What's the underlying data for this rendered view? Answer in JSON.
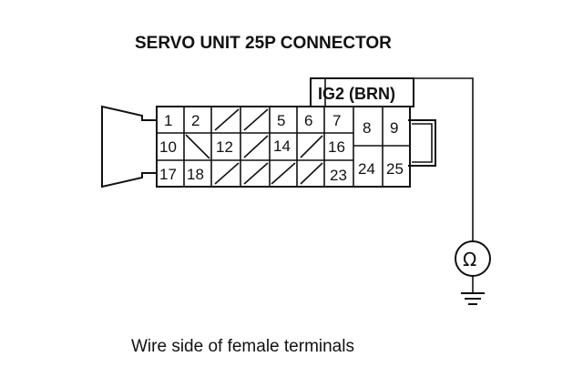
{
  "diagram": {
    "title": "SERVO UNIT 25P CONNECTOR",
    "wire_label": "IG2 (BRN)",
    "caption": "Wire side of female terminals",
    "meter_symbol": "Ω",
    "meter_icon": "ohmmeter-icon",
    "ground_icon": "ground-icon",
    "pins": {
      "p1": "1",
      "p2": "2",
      "p5": "5",
      "p6": "6",
      "p7": "7",
      "p8": "8",
      "p9": "9",
      "p10": "10",
      "p12": "12",
      "p14": "14",
      "p16": "16",
      "p17": "17",
      "p18": "18",
      "p23": "23",
      "p24": "24",
      "p25": "25"
    }
  }
}
